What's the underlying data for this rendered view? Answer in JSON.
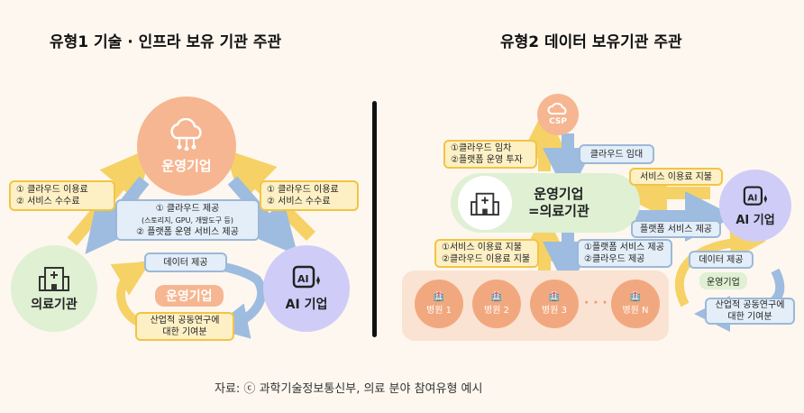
{
  "type1": {
    "title": "유형1  기술 · 인프라 보유 기관 주관",
    "operator_label": "운영기업",
    "medical_label": "의료기관",
    "ai_label": "AI 기업",
    "left_fee": [
      "① 클라우드 이용료",
      "② 서비스 수수료"
    ],
    "right_fee": [
      "① 클라우드 이용료",
      "② 서비스 수수료"
    ],
    "provide_box": [
      "① 클라우드 제공",
      "(스토리지, GPU, 개발도구 등)",
      "② 플랫폼 운영 서비스 제공"
    ],
    "data_provide": "데이터 제공",
    "center_operator": "운영기업",
    "research_box": [
      "산업적 공동연구에",
      "대한 기여분"
    ]
  },
  "type2": {
    "title": "유형2  데이터 보유기관 주관",
    "csp_label": "CSP",
    "csp_left_box": [
      "①클라우드 임차",
      "②플랫폼 운영 투자"
    ],
    "csp_right_box": "클라우드 임대",
    "operator_label": [
      "운영기업",
      "=의료기관"
    ],
    "service_fee_box": "서비스 이용료 지불",
    "platform_service_box": "플랫폼 서비스 제공",
    "ai_label": "AI 기업",
    "hospital_left_box": [
      "①서비스 이용료 지불",
      "②클라우드 이용료 지불"
    ],
    "hospital_right_box": [
      "①플랫폼 서비스 제공",
      "②클라우드 제공"
    ],
    "hospitals": [
      "병원 1",
      "병원 2",
      "병원 3",
      "병원 N"
    ],
    "dots": "· · · ·",
    "data_provide": "데이터 제공",
    "side_operator": "운영기업",
    "research_box": [
      "산업적 공동연구에",
      "대한 기여분"
    ]
  },
  "caption": "자료: ⓒ 과학기술정보통신부, 의료 분야 참여유형 예시",
  "colors": {
    "operator": "#f6b691",
    "medical": "#dff0d3",
    "ai": "#cfcdf7",
    "yellow_arrow": "#f6d266",
    "blue_arrow": "#9dbce0",
    "hospital": "#f2a87e"
  }
}
